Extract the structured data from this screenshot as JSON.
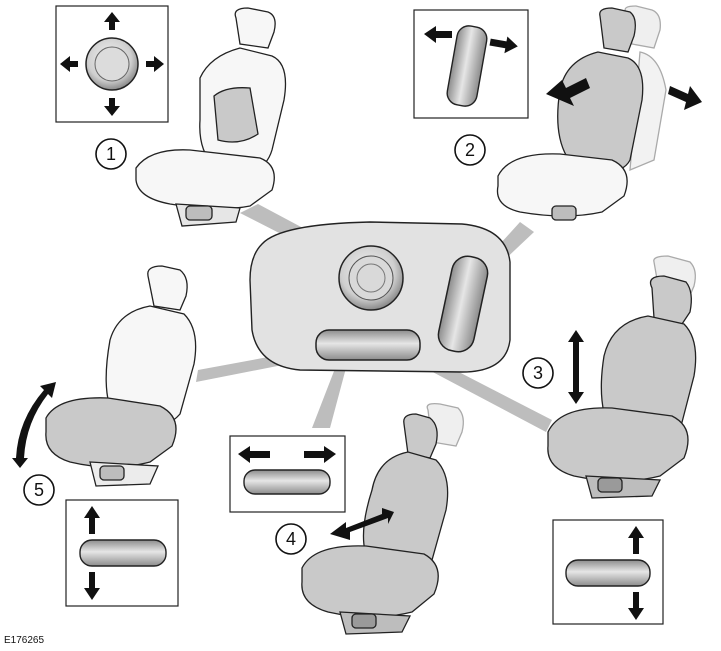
{
  "figure": {
    "reference_code": "E176265",
    "callouts": [
      {
        "id": "1",
        "label": "1"
      },
      {
        "id": "2",
        "label": "2"
      },
      {
        "id": "3",
        "label": "3"
      },
      {
        "id": "4",
        "label": "4"
      },
      {
        "id": "5",
        "label": "5"
      }
    ]
  },
  "colors": {
    "line": "#1a1a1a",
    "seat_light": "#f4f4f4",
    "seat_highlight": "#c9c9c9",
    "panel_fill": "#e3e3e3",
    "connector": "#b8b8b8",
    "control_fill": "#a9a9a9",
    "arrow": "#111111"
  },
  "icons": [
    "joystick-icon",
    "rocker-switch-icon",
    "direction-arrow-icon"
  ]
}
